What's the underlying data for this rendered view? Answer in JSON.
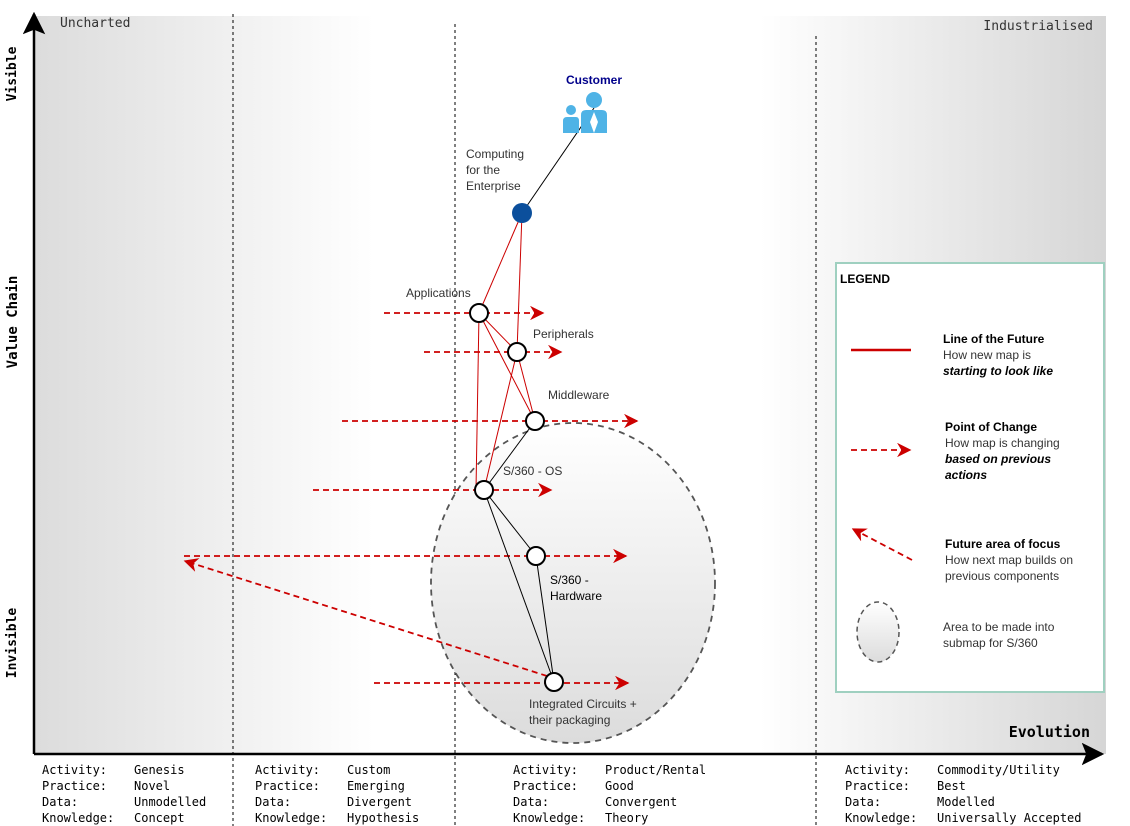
{
  "corner_labels": {
    "uncharted": "Uncharted",
    "industrialised": "Industrialised"
  },
  "axes": {
    "y_top": "Visible",
    "y_middle": "Value Chain",
    "y_bottom": "Invisible",
    "x_label": "Evolution"
  },
  "stages": [
    {
      "rows": [
        [
          "Activity:",
          "Genesis"
        ],
        [
          "Practice:",
          "Novel"
        ],
        [
          "Data:",
          "Unmodelled"
        ],
        [
          "Knowledge:",
          "Concept"
        ]
      ]
    },
    {
      "rows": [
        [
          "Activity:",
          "Custom"
        ],
        [
          "Practice:",
          "Emerging"
        ],
        [
          "Data:",
          "Divergent"
        ],
        [
          "Knowledge:",
          "Hypothesis"
        ]
      ]
    },
    {
      "rows": [
        [
          "Activity:",
          "Product/Rental"
        ],
        [
          "Practice:",
          "Good"
        ],
        [
          "Data:",
          "Convergent"
        ],
        [
          "Knowledge:",
          "Theory"
        ]
      ]
    },
    {
      "rows": [
        [
          "Activity:",
          "Commodity/Utility"
        ],
        [
          "Practice:",
          "Best"
        ],
        [
          "Data:",
          "Modelled"
        ],
        [
          "Knowledge:",
          "Universally Accepted"
        ]
      ]
    }
  ],
  "nodes": {
    "customer": {
      "label": "Customer",
      "icon": "customer-icon",
      "color": "#4fb3e6"
    },
    "computing": {
      "label_lines": [
        "Computing",
        "for the",
        "Enterprise"
      ],
      "color": "#0b4f9c"
    },
    "applications": {
      "label": "Applications"
    },
    "peripherals": {
      "label": "Peripherals"
    },
    "middleware": {
      "label": "Middleware"
    },
    "os": {
      "label": "S/360 - OS"
    },
    "hardware": {
      "label_lines": [
        "S/360 -",
        "Hardware"
      ]
    },
    "circuits": {
      "label_lines": [
        "Integrated Circuits +",
        "their packaging"
      ]
    }
  },
  "legend": {
    "title": "LEGEND",
    "items": [
      {
        "title": "Line of the Future",
        "desc_lines": [
          "How new map is",
          "starting to look like"
        ]
      },
      {
        "title": "Point of Change",
        "desc_lines": [
          "How map is changing",
          "based on previous",
          "actions"
        ]
      },
      {
        "title": "Future area of focus",
        "desc_lines": [
          "How next map builds on",
          "previous components"
        ]
      },
      {
        "title": "",
        "desc_lines": [
          "Area to be made into",
          "submap for S/360"
        ]
      }
    ]
  },
  "colors": {
    "future_line": "#cc0000",
    "change_arrow": "#cc0000",
    "legend_border": "#9fd0c0"
  }
}
